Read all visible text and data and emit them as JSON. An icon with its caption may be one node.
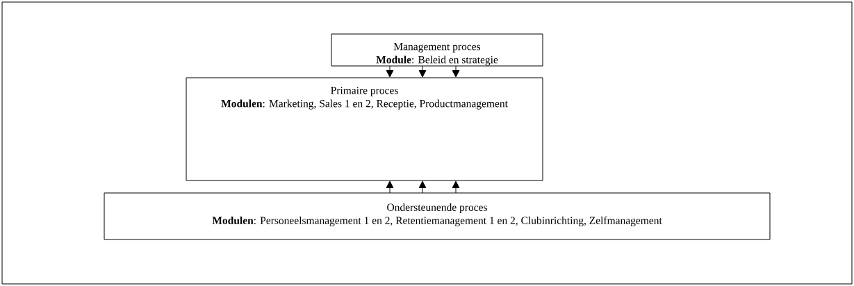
{
  "diagram": {
    "nodes": [
      {
        "text": [
          "Management proces",
          "**Module**: Beleid en strategie"
        ]
      },
      {
        "text": [
          "Primaire proces",
          "**Modulen**: Marketing, Sales 1 en 2, Receptie, Productmanagement"
        ]
      },
      {
        "text": [
          "Ondersteunende proces",
          "**Modulen**: Personeelsmanagement 1 en 2, Retentiemanagement 1 en 2, Clubinrichting, Zelfmanagement"
        ]
      }
    ],
    "edges": [
      {
        "from": 0,
        "to": 1,
        "arrow": "to"
      },
      {
        "from": 0,
        "to": 1,
        "arrow": "to"
      },
      {
        "from": 0,
        "to": 1,
        "arrow": "to"
      },
      {
        "from": 2,
        "to": 1,
        "arrow": "to"
      },
      {
        "from": 2,
        "to": 1,
        "arrow": "to"
      },
      {
        "from": 2,
        "to": 1,
        "arrow": "to"
      }
    ]
  }
}
